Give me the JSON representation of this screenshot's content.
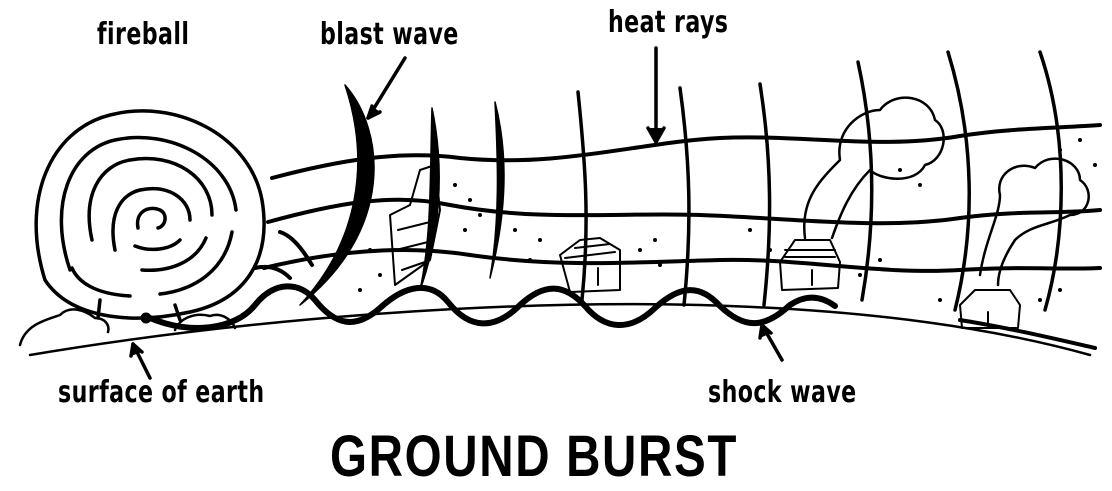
{
  "labels": {
    "fireball": "fireball",
    "blast_wave": "blast wave",
    "heat_rays": "heat rays",
    "surface": "surface of earth",
    "shock_wave": "shock wave"
  },
  "title": "GROUND BURST",
  "colors": {
    "ink": "#000000",
    "paper": "#ffffff"
  }
}
